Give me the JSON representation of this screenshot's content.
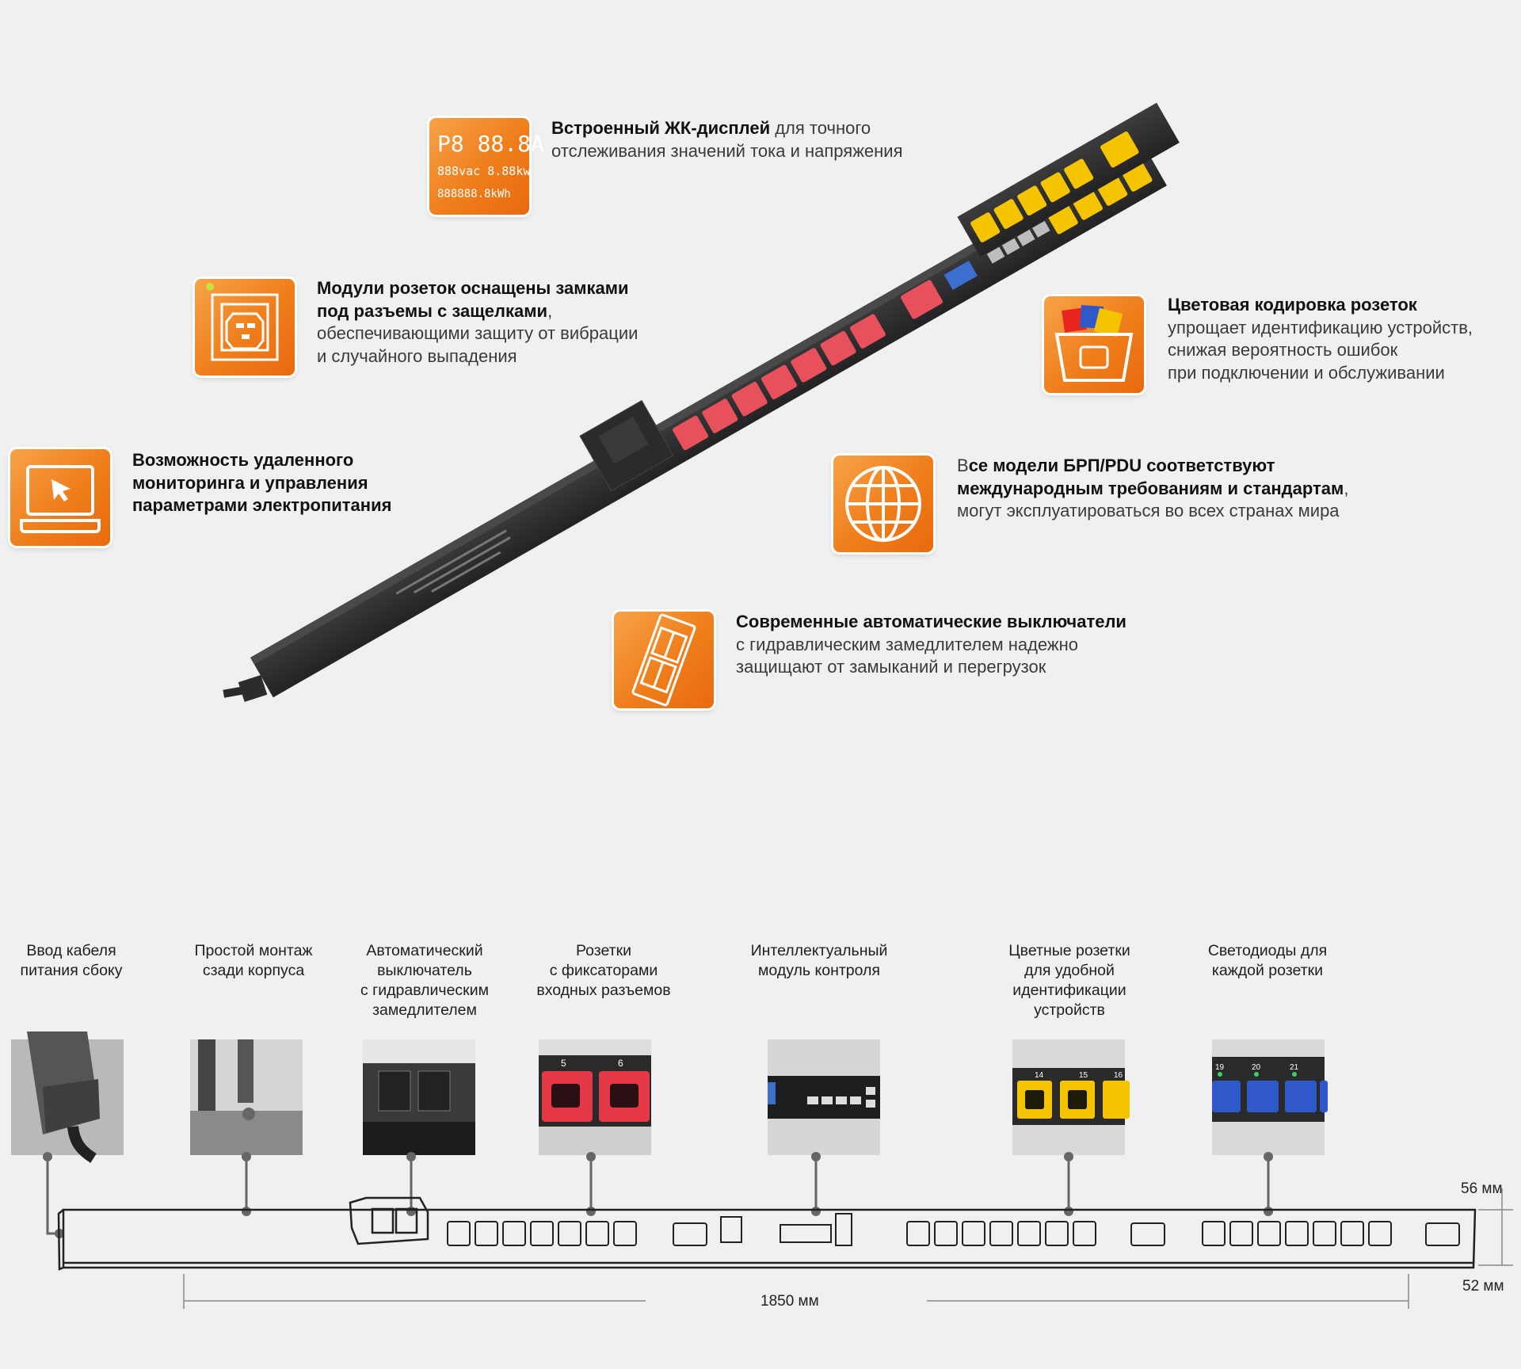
{
  "features": [
    {
      "id": "lcd",
      "icon": "lcd-display-icon",
      "bold": "Встроенный ЖК-дисплей",
      "rest": " для точного",
      "line2": "отслеживания значений тока и напряжения",
      "lcd_readout": {
        "row1": "P8 88.8A",
        "row2": "888vac 8.88kw",
        "row3": "888888.8kWh"
      }
    },
    {
      "id": "locking",
      "icon": "locking-socket-icon",
      "bold1": "Модули розеток оснащены замками",
      "bold2": "под разъемы с защелками",
      "tail2": ",",
      "line3": "обеспечивающими защиту от вибрации",
      "line4": "и случайного выпадения"
    },
    {
      "id": "remote",
      "icon": "laptop-cursor-icon",
      "bold1": "Возможность удаленного",
      "bold2": "мониторинга и управления",
      "bold3": "параметрами электропитания"
    },
    {
      "id": "color",
      "icon": "color-coding-icon",
      "bold": "Цветовая кодировка розеток",
      "line2": "упрощает идентификацию устройств,",
      "line3": "снижая вероятность ошибок",
      "line4": "при подключении и обслуживании"
    },
    {
      "id": "standards",
      "icon": "globe-icon",
      "lead": "В",
      "bold1": "се модели БРП/PDU соответствуют",
      "bold2": "международным требованиям и стандартам",
      "tail2": ",",
      "line3": "могут эксплуатироваться во всех странах мира"
    },
    {
      "id": "breakers",
      "icon": "circuit-breaker-icon",
      "bold": "Современные автоматические выключатели",
      "line2": "с гидравлическим замедлителем надежно",
      "line3": "защищают от замыканий и перегрузок"
    }
  ],
  "callouts": [
    {
      "lines": [
        "Ввод кабеля",
        "питания сбоку"
      ],
      "thumb": "cable-inlet-photo"
    },
    {
      "lines": [
        "Простой монтаж",
        "сзади корпуса"
      ],
      "thumb": "rear-mount-photo"
    },
    {
      "lines": [
        "Автоматический",
        "выключатель",
        "с гидравлическим",
        "замедлителем"
      ],
      "thumb": "breaker-photo"
    },
    {
      "lines": [
        "Розетки",
        "с фиксаторами",
        "входных разъемов"
      ],
      "thumb": "locking-sockets-photo"
    },
    {
      "lines": [
        "Интеллектуальный",
        "модуль контроля"
      ],
      "thumb": "control-module-photo"
    },
    {
      "lines": [
        "Цветные розетки",
        "для удобной",
        "идентификации",
        "устройств"
      ],
      "thumb": "color-sockets-photo"
    },
    {
      "lines": [
        "Светодиоды для",
        "каждой розетки"
      ],
      "thumb": "led-sockets-photo"
    }
  ],
  "thumb_numbers": {
    "locking": [
      "5",
      "6"
    ],
    "color": [
      "14",
      "15",
      "16"
    ],
    "led": [
      "19",
      "20",
      "21"
    ]
  },
  "dimensions": {
    "length": "1850 мм",
    "height": "56 мм",
    "depth": "52 мм"
  },
  "colors": {
    "accent_orange": "#ef7d1a",
    "socket_red": "#e8515c",
    "socket_yellow": "#f5c400",
    "socket_blue": "#2f59c9",
    "pdu_body": "#2b2b2d"
  }
}
